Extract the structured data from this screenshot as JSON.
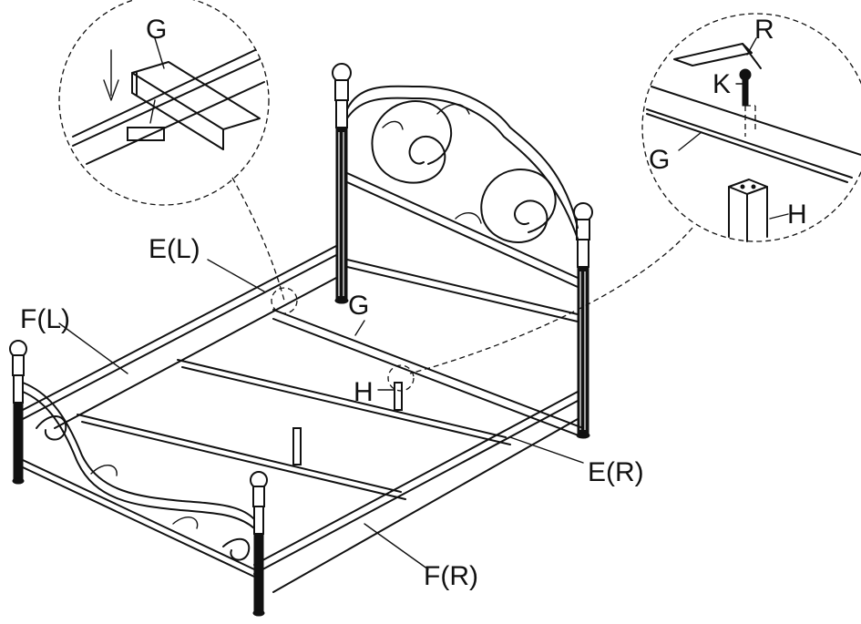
{
  "labels": {
    "detail_left_g": "G",
    "detail_right_r": "R",
    "detail_right_k": "K",
    "detail_right_g": "G",
    "detail_right_h": "H",
    "el": "E(L)",
    "fl": "F(L)",
    "g_main": "G",
    "h_main": "H",
    "er": "E(R)",
    "fr": "F(R)"
  },
  "icons": {
    "arrow": "down-arrow-icon",
    "allen_key": "allen-key-icon",
    "bolt": "bolt-icon"
  }
}
